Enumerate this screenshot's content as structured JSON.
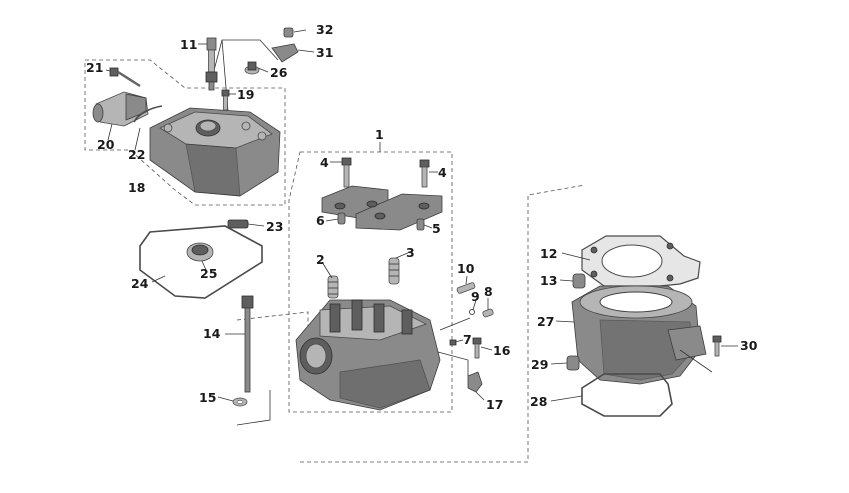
{
  "callouts": [
    {
      "id": "1",
      "label": "1"
    },
    {
      "id": "2",
      "label": "2"
    },
    {
      "id": "3",
      "label": "3"
    },
    {
      "id": "4a",
      "label": "4"
    },
    {
      "id": "4b",
      "label": "4"
    },
    {
      "id": "5",
      "label": "5"
    },
    {
      "id": "6",
      "label": "6"
    },
    {
      "id": "7",
      "label": "7"
    },
    {
      "id": "8",
      "label": "8"
    },
    {
      "id": "9",
      "label": "9"
    },
    {
      "id": "10",
      "label": "10"
    },
    {
      "id": "11",
      "label": "11"
    },
    {
      "id": "12",
      "label": "12"
    },
    {
      "id": "13",
      "label": "13"
    },
    {
      "id": "14",
      "label": "14"
    },
    {
      "id": "15",
      "label": "15"
    },
    {
      "id": "16",
      "label": "16"
    },
    {
      "id": "17",
      "label": "17"
    },
    {
      "id": "18",
      "label": "18"
    },
    {
      "id": "19",
      "label": "19"
    },
    {
      "id": "20",
      "label": "20"
    },
    {
      "id": "21",
      "label": "21"
    },
    {
      "id": "22",
      "label": "22"
    },
    {
      "id": "23",
      "label": "23"
    },
    {
      "id": "24",
      "label": "24"
    },
    {
      "id": "25",
      "label": "25"
    },
    {
      "id": "26",
      "label": "26"
    },
    {
      "id": "27",
      "label": "27"
    },
    {
      "id": "28",
      "label": "28"
    },
    {
      "id": "29",
      "label": "29"
    },
    {
      "id": "30",
      "label": "30"
    },
    {
      "id": "31",
      "label": "31"
    },
    {
      "id": "32",
      "label": "32"
    }
  ]
}
